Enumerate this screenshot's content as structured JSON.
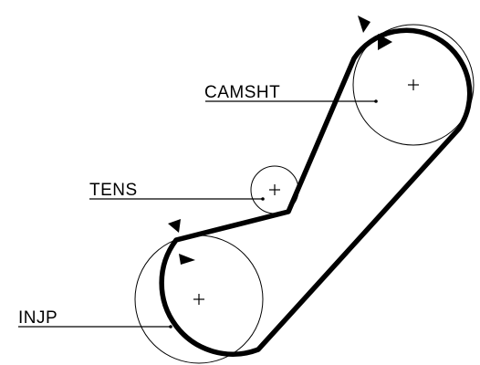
{
  "diagram": {
    "labels": {
      "camshaft": "CAMSHT",
      "tensioner": "TENS",
      "injection_pump": "INJP"
    },
    "pulleys": [
      {
        "id": "camshaft",
        "label_key": "camshaft"
      },
      {
        "id": "tensioner",
        "label_key": "tensioner"
      },
      {
        "id": "injection_pump",
        "label_key": "injection_pump"
      }
    ],
    "markers": [
      "timing-mark-camshaft",
      "timing-mark-injection-pump"
    ],
    "colors": {
      "line": "#000000",
      "background": "#ffffff"
    }
  }
}
